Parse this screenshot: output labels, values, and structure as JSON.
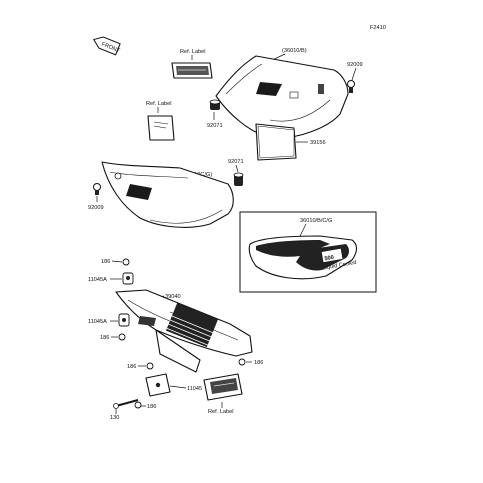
{
  "diagram": {
    "code": "F2410",
    "front_label": "FRONT",
    "labels": {
      "ref_label_top": "Ref. Label",
      "p36010b": "(36010/B)",
      "p92009_top": "92009",
      "ref_label_left": "Ref. Label",
      "p92071_top": "92071",
      "p39156": "39156",
      "p92071_mid": "92071",
      "p36010cg": "(36010C/G)",
      "p92009_left": "92009",
      "box_title": "36010/B/C/G",
      "box_badge": "500",
      "box_sub": "Liquid Cooled",
      "p186_a": "186",
      "p11045a_a": "11045A",
      "p39040": "39040",
      "p11045a_b": "11045A",
      "p186_b": "186",
      "p186_c": "186",
      "p186_d": "186",
      "p11045": "11045",
      "p130": "130",
      "p186_e": "186",
      "ref_label_bottom": "Ref. Label"
    }
  }
}
